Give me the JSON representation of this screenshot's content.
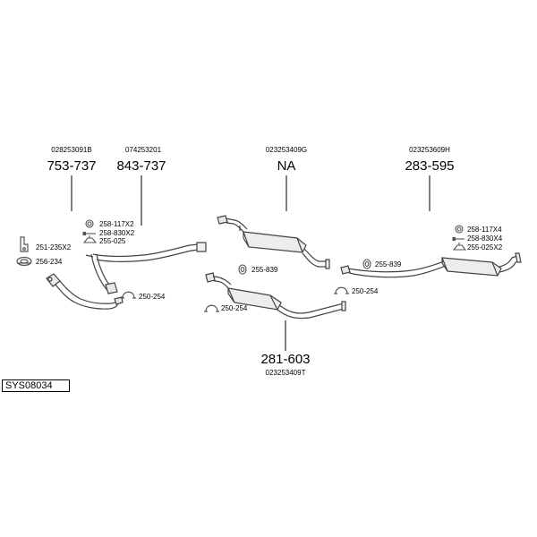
{
  "diagram": {
    "system_id": "SYS08034",
    "parts": [
      {
        "part_no": "753-737",
        "ref": "028253091B"
      },
      {
        "part_no": "843-737",
        "ref": "074253201"
      },
      {
        "part_no": "NA",
        "ref": "023253409G"
      },
      {
        "part_no": "283-595",
        "ref": "023253609H"
      },
      {
        "part_no": "281-603",
        "ref": "023253409T"
      }
    ],
    "fittings": [
      {
        "label": "258-117X2",
        "icon": "ring-clamp-icon"
      },
      {
        "label": "258-830X2",
        "icon": "bolt-icon"
      },
      {
        "label": "255-025",
        "icon": "hanger-icon"
      },
      {
        "label": "251-235X2",
        "icon": "bracket-icon"
      },
      {
        "label": "256-234",
        "icon": "gasket-icon"
      },
      {
        "label": "250-254",
        "icon": "pipe-clamp-icon"
      },
      {
        "label": "255-839",
        "icon": "rubber-mount-icon"
      },
      {
        "label": "250-254",
        "icon": "pipe-clamp-icon"
      },
      {
        "label": "255-839",
        "icon": "rubber-mount-icon"
      },
      {
        "label": "250-254",
        "icon": "pipe-clamp-icon"
      },
      {
        "label": "258-117X4",
        "icon": "ring-clamp-icon"
      },
      {
        "label": "258-830X4",
        "icon": "bolt-icon"
      },
      {
        "label": "255-025X2",
        "icon": "hanger-icon"
      }
    ]
  }
}
